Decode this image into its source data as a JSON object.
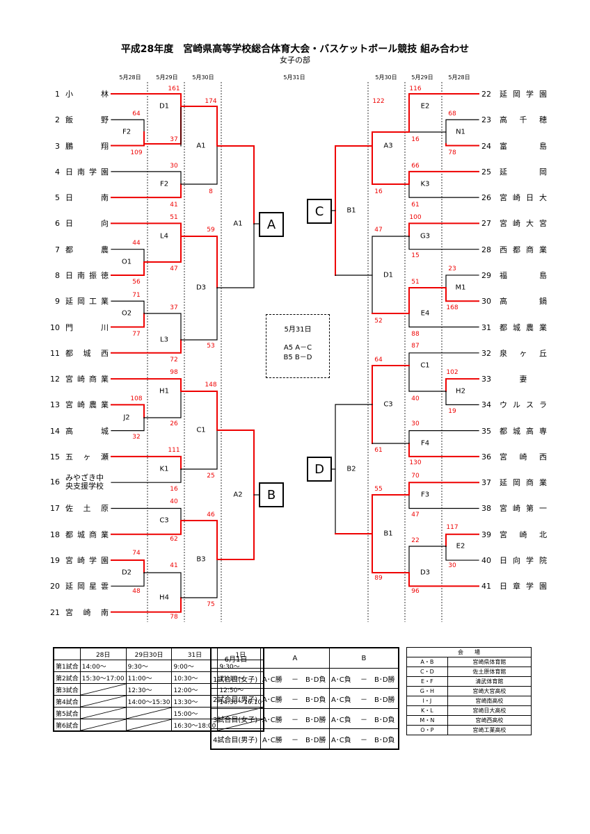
{
  "title": "平成28年度　宮崎県高等学校総合体育大会・バスケットボール競技 組み合わせ",
  "subtitle": "女子の部",
  "dates": {
    "left": [
      "5月28日",
      "5月29日",
      "5月30日"
    ],
    "center": "5月31日",
    "right": [
      "5月30日",
      "5月29日",
      "5月28日"
    ]
  },
  "left_teams": [
    {
      "n": "1",
      "name": "小　林"
    },
    {
      "n": "2",
      "name": "飯　野"
    },
    {
      "n": "3",
      "name": "鵬　翔"
    },
    {
      "n": "4",
      "name": "日南学園"
    },
    {
      "n": "5",
      "name": "日　南"
    },
    {
      "n": "6",
      "name": "日　向"
    },
    {
      "n": "7",
      "name": "都　農"
    },
    {
      "n": "8",
      "name": "日南振徳"
    },
    {
      "n": "9",
      "name": "延岡工業"
    },
    {
      "n": "10",
      "name": "門　川"
    },
    {
      "n": "11",
      "name": "都　城　西"
    },
    {
      "n": "12",
      "name": "宮崎商業"
    },
    {
      "n": "13",
      "name": "宮崎農業"
    },
    {
      "n": "14",
      "name": "高　城"
    },
    {
      "n": "15",
      "name": "五　ヶ　瀬"
    },
    {
      "n": "16",
      "name": "みやざき中\n央支援学校"
    },
    {
      "n": "17",
      "name": "佐　土　原"
    },
    {
      "n": "18",
      "name": "都城商業"
    },
    {
      "n": "19",
      "name": "宮崎学園"
    },
    {
      "n": "20",
      "name": "延岡星雲"
    },
    {
      "n": "21",
      "name": "宮　崎　南"
    }
  ],
  "right_teams": [
    {
      "n": "22",
      "name": "延岡学園"
    },
    {
      "n": "23",
      "name": "高　千　穂"
    },
    {
      "n": "24",
      "name": "富　島"
    },
    {
      "n": "25",
      "name": "延　岡"
    },
    {
      "n": "26",
      "name": "宮崎日大"
    },
    {
      "n": "27",
      "name": "宮崎大宮"
    },
    {
      "n": "28",
      "name": "西都商業"
    },
    {
      "n": "29",
      "name": "福　島"
    },
    {
      "n": "30",
      "name": "高　鍋"
    },
    {
      "n": "31",
      "name": "都城農業"
    },
    {
      "n": "32",
      "name": "泉　ヶ　丘"
    },
    {
      "n": "33",
      "name": "妻"
    },
    {
      "n": "34",
      "name": "ウルスラ"
    },
    {
      "n": "35",
      "name": "都城高専"
    },
    {
      "n": "36",
      "name": "宮　崎　西"
    },
    {
      "n": "37",
      "name": "延岡商業"
    },
    {
      "n": "38",
      "name": "宮崎第一"
    },
    {
      "n": "39",
      "name": "宮　崎　北"
    },
    {
      "n": "40",
      "name": "日向学院"
    },
    {
      "n": "41",
      "name": "日章学園"
    }
  ],
  "match_labels": {
    "F2a": "F2",
    "D1a": "D1",
    "F2b": "F2",
    "A1a": "A1",
    "O1": "O1",
    "L4": "L4",
    "O2": "O2",
    "L3": "L3",
    "D3a": "D3",
    "A1c": "A1",
    "J2": "J2",
    "H1": "H1",
    "K1": "K1",
    "C1a": "C1",
    "C3a": "C3",
    "D2": "D2",
    "H4": "H4",
    "B3": "B3",
    "A2": "A2",
    "N1": "N1",
    "E2a": "E2",
    "K3": "K3",
    "A3": "A3",
    "G3": "G3",
    "M1": "M1",
    "E4": "E4",
    "D1b": "D1",
    "B1a": "B1",
    "H2": "H2",
    "C1b": "C1",
    "F4": "F4",
    "C3b": "C3",
    "F3": "F3",
    "E2b": "E2",
    "D3b": "D3",
    "B1b": "B1",
    "B2": "B2"
  },
  "scores": {
    "s161": "161",
    "s64": "64",
    "s109": "109",
    "s37": "37",
    "s174": "174",
    "s30": "30",
    "s41": "41",
    "s8": "8",
    "s51": "51",
    "s44": "44",
    "s47": "47",
    "s56": "56",
    "s59": "59",
    "s71": "71",
    "s77": "77",
    "s37b": "37",
    "s72": "72",
    "s53": "53",
    "s98": "98",
    "s108": "108",
    "s26": "26",
    "s32": "32",
    "s148": "148",
    "s111": "111",
    "s16": "16",
    "s25": "25",
    "s40": "40",
    "s62": "62",
    "s46": "46",
    "s74": "74",
    "s48": "48",
    "s41b": "41",
    "s78": "78",
    "s75": "75",
    "r116": "116",
    "r68": "68",
    "r78": "78",
    "r16": "16",
    "r122": "122",
    "r66": "66",
    "r61": "61",
    "r16b": "16",
    "r100": "100",
    "r15": "15",
    "r23": "23",
    "r168": "168",
    "r51": "51",
    "r88": "88",
    "r47": "47",
    "r52": "52",
    "r87": "87",
    "r102": "102",
    "r19": "19",
    "r40": "40",
    "r64": "64",
    "r30": "30",
    "r130": "130",
    "r61b": "61",
    "r70": "70",
    "r47b": "47",
    "r117": "117",
    "r30b": "30",
    "r22": "22",
    "r96": "96",
    "r55": "55",
    "r89": "89"
  },
  "boxes": {
    "A": "A",
    "B": "B",
    "C": "C",
    "D": "D"
  },
  "note": {
    "title": "5月31日",
    "line1": "A5  A－C",
    "line2": "B5  B－D"
  },
  "schedule": {
    "headers": [
      "",
      "28日",
      "29日30日",
      "31日",
      "1日"
    ],
    "rows": [
      [
        "第1試合",
        "14:00～",
        "9:30～",
        "9:00～",
        "9:30～"
      ],
      [
        "第2試合",
        "15:30～17:00",
        "11:00～",
        "10:30～",
        "11:10～"
      ],
      [
        "第3試合",
        "",
        "12:30～",
        "12:00～",
        "12:50～"
      ],
      [
        "第4試合",
        "",
        "14:00～15:30",
        "13:30～",
        "14:30～16:10"
      ],
      [
        "第5試合",
        "",
        "",
        "15:00～",
        ""
      ],
      [
        "第6試合",
        "",
        "",
        "16:30～18:00",
        ""
      ]
    ]
  },
  "june": {
    "headers": [
      "6月1日",
      "A",
      "B"
    ],
    "rows": [
      [
        "1試合目(女子)",
        "A･C勝　 －　B･D負",
        "A･C負　 －　B･D勝"
      ],
      [
        "2試合目(男子)",
        "A･C勝　 －　B･D負",
        "A･C負　 －　B･D勝"
      ],
      [
        "3試合目(女子)",
        "A･C勝　 －　B･D勝",
        "A･C負　 －　B･D負"
      ],
      [
        "4試合目(男子)",
        "A･C勝　 －　B･D勝",
        "A･C負　 －　B･D負"
      ]
    ]
  },
  "venues": {
    "header": "会　　場",
    "rows": [
      [
        "A・B",
        "宮崎県体育館"
      ],
      [
        "C・D",
        "佐土原体育館"
      ],
      [
        "E・F",
        "清武体育館"
      ],
      [
        "G・H",
        "宮崎大宮高校"
      ],
      [
        "I・J",
        "宮崎南高校"
      ],
      [
        "K・L",
        "宮崎日大高校"
      ],
      [
        "M・N",
        "宮崎西高校"
      ],
      [
        "O・P",
        "宮崎工業高校"
      ]
    ]
  }
}
